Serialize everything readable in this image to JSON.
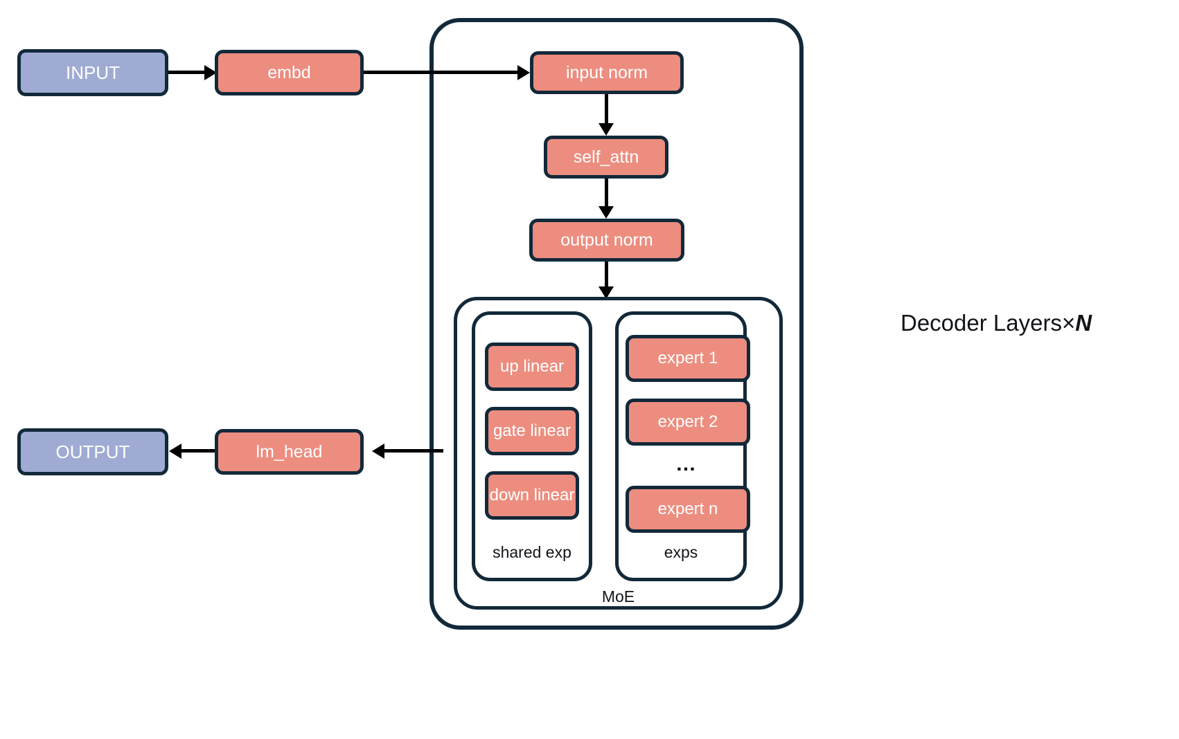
{
  "diagram": {
    "title_label": "Decoder Layers×",
    "title_multiplier": "N",
    "colors": {
      "node_salmon": "#ec8d7f",
      "node_violet": "#9fabd2",
      "outline_navy": "#12293a",
      "arrow_black": "#000000",
      "canvas": "#ffffff",
      "node_text": "#ffffff",
      "caption_text": "#101418"
    }
  },
  "pipeline": {
    "input": "INPUT",
    "embd": "embd",
    "lm_head": "lm_head",
    "output": "OUTPUT"
  },
  "decoder": {
    "input_norm": "input norm",
    "self_attn": "self_attn",
    "output_norm": "output norm"
  },
  "moe": {
    "label": "MoE",
    "shared_expert": {
      "label": "shared exp",
      "layers": [
        "up linear",
        "gate linear",
        "down linear"
      ]
    },
    "experts": {
      "label": "exps",
      "items": [
        "expert 1",
        "expert 2",
        "expert n"
      ],
      "ellipsis": "…"
    }
  }
}
